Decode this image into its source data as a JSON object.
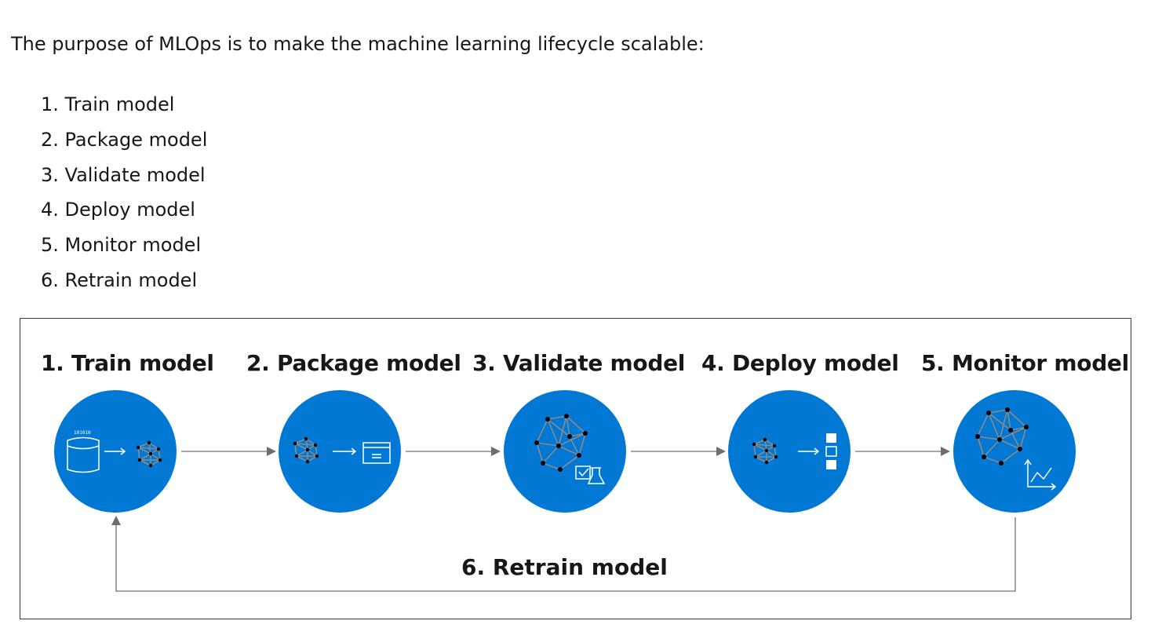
{
  "intro": "The purpose of MLOps is to make the machine learning lifecycle scalable:",
  "steps": [
    "1. Train model",
    "2. Package model",
    "3. Validate model",
    "4. Deploy model",
    "5. Monitor model",
    "6. Retrain model"
  ],
  "diagram": {
    "stages": [
      {
        "label": "1. Train model",
        "icon": "data-to-model-icon"
      },
      {
        "label": "2. Package model",
        "icon": "model-to-package-icon"
      },
      {
        "label": "3. Validate model",
        "icon": "model-validate-icon"
      },
      {
        "label": "4. Deploy model",
        "icon": "model-deploy-icon"
      },
      {
        "label": "5. Monitor model",
        "icon": "model-monitor-icon"
      }
    ],
    "loop_label": "6. Retrain model",
    "data_glyph_text": "101010",
    "circle_color": "#0078d4",
    "arrow_color": "#8a8a8a"
  }
}
